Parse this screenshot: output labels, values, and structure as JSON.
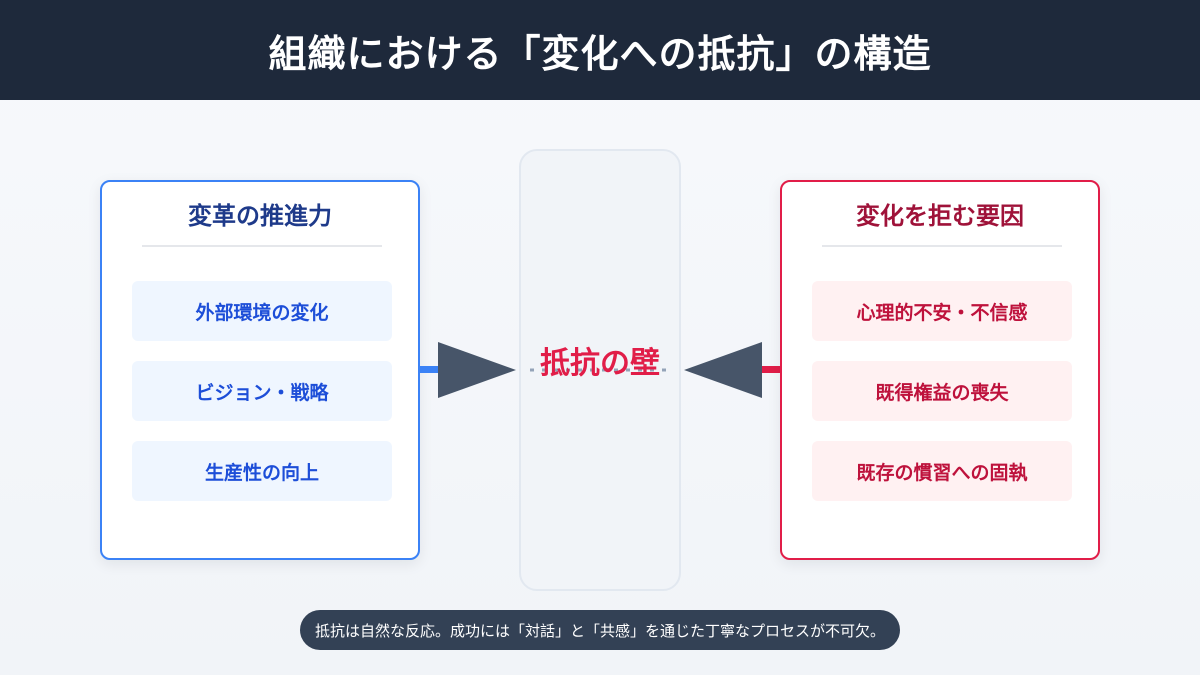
{
  "title": "組織における「変化への抵抗」の構造",
  "left_panel": {
    "title": "変革の推進力",
    "accent": "#3b82f6",
    "items": [
      "外部環境の変化",
      "ビジョン・戦略",
      "生産性の向上"
    ]
  },
  "right_panel": {
    "title": "変化を拒む要因",
    "accent": "#e11d48",
    "items": [
      "心理的不安・不信感",
      "既得権益の喪失",
      "既存の慣習への固執"
    ]
  },
  "wall": {
    "label": "抵抗の壁"
  },
  "footer": {
    "note": "抵抗は自然な反応。成功には「対話」と「共感」を通じた丁寧なプロセスが不可欠。"
  },
  "colors": {
    "header_bg": "#1e293b",
    "arrow": "#475569",
    "push_line": "#3b82f6",
    "resist_line": "#e11d48"
  }
}
